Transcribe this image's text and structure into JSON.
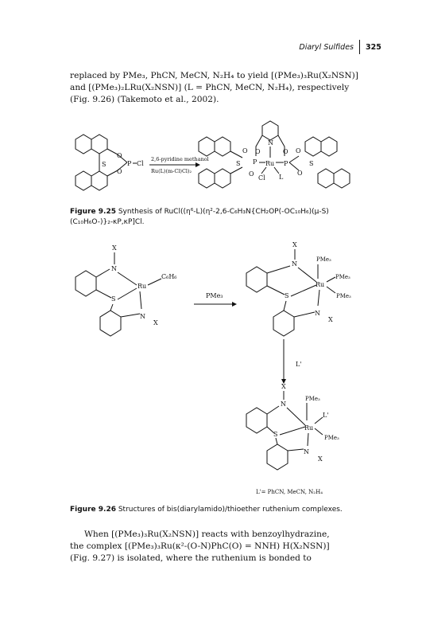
{
  "header": {
    "running_title": "Diaryl Sulfides",
    "page_number": "325"
  },
  "paragraph1": [
    "replaced by PMe₃, PhCN, MeCN, N₂H₄ to yield [(PMe₃)₃Ru(X₂NSN)]",
    "and [(PMe₃)₂LRu(X₂NSN)] (L = PhCN, MeCN, N₂H₄), respectively",
    "(Fig. 9.26) (Takemoto et al., 2002)."
  ],
  "figure925": {
    "reagent_above": "2,6-pyridine methanol",
    "reagent_below": "Ru(L)(m-Cl)Cl)₂",
    "label_caption": "Figure 9.25",
    "caption_lines": [
      "Synthesis of RuCl((η⁶-L)(η²-2,6-C₆H₃N{CH₂OP(-OC₁₀H₆)(μ-S)",
      "(C₁₀H₆O-)}₂-κP,κP]Cl."
    ],
    "atom_labels": {
      "O": "O",
      "P": "P",
      "Cl": "Cl",
      "S": "S",
      "N": "N",
      "Ru": "Ru",
      "L": "L"
    }
  },
  "figure926": {
    "reagent": "PMe₃",
    "reagent2": "L'",
    "substituent": "X",
    "c6h6": "C₆H₆",
    "pme3": "PMe₃",
    "ldef": "L'= PhCN, MeCN, N₂H₄",
    "label_caption": "Figure 9.26",
    "caption": "Structures of bis(diarylamido)/thioether ruthenium complexes."
  },
  "paragraph2": [
    "When [(PMe₃)₃Ru(X₂NSN)] reacts with benzoylhydrazine,",
    "the complex [(PMe₃)₃Ru(κ²-(O-N)PhC(O) = NNH) H(X₂NSN)]",
    "(Fig. 9.27) is isolated, where the ruthenium is bonded to"
  ]
}
